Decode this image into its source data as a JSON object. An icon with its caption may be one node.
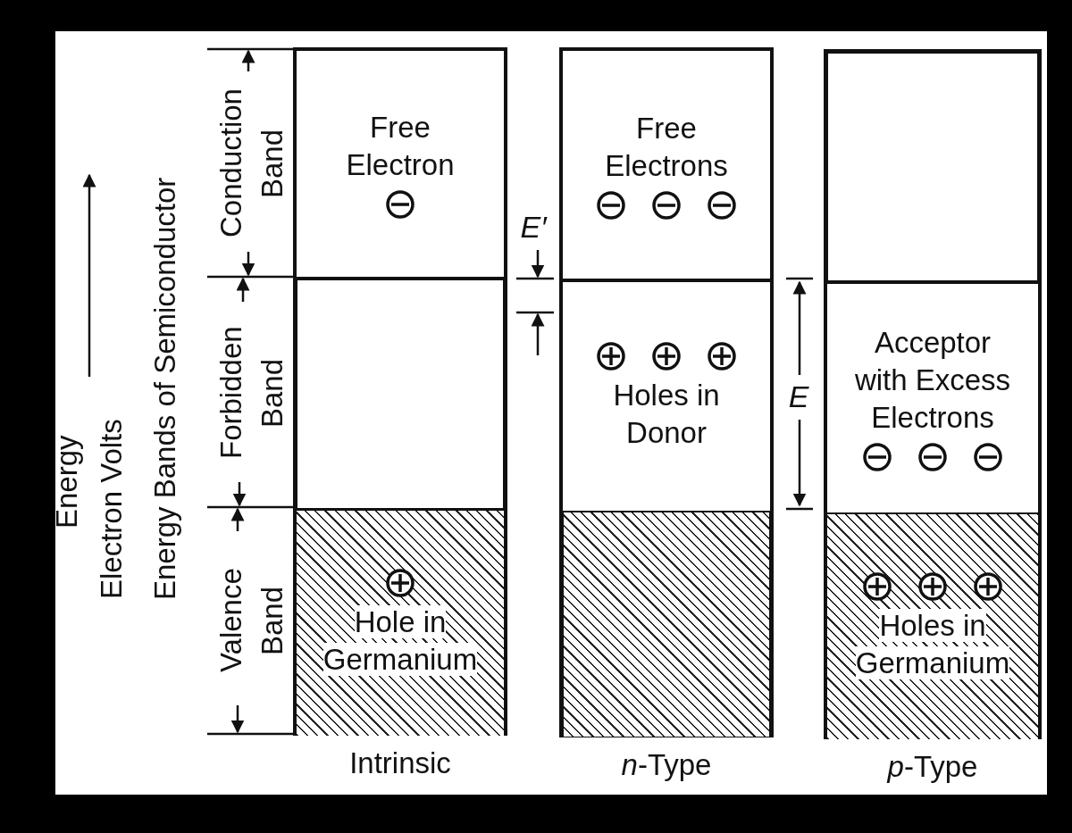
{
  "diagram": {
    "nodes": [
      {
        "text": [],
        "shape": "box",
        "beside": [
          "Intrinsic"
        ]
      },
      {
        "text": [
          "Free Electron"
        ],
        "in": 0
      },
      {
        "text": [],
        "shape": "box",
        "in": 0
      },
      {
        "text": [
          "Hole in Germanium"
        ],
        "in": 0
      },
      {
        "text": [],
        "shape": "box",
        "beside": [
          "*n*-Type"
        ]
      },
      {
        "text": [
          "Free Electrons"
        ],
        "in": 4
      },
      {
        "text": [
          "Holes in Donor"
        ],
        "in": 4
      },
      {
        "text": [],
        "shape": "box",
        "in": 4
      },
      {
        "text": [],
        "shape": "box",
        "beside": [
          "*p*-Type"
        ]
      },
      {
        "text": [],
        "shape": "box",
        "in": 8
      },
      {
        "text": [
          "Acceptor with Excess Electrons"
        ],
        "in": 8
      },
      {
        "text": [
          "Holes in Germanium"
        ],
        "in": 8
      }
    ],
    "edges": [],
    "labels": [
      "Energy",
      "Electron Volts",
      "Energy Bands of Semiconductor",
      "Conduction Band",
      "Forbidden Band",
      "Valence Band",
      "E′",
      "E"
    ]
  }
}
